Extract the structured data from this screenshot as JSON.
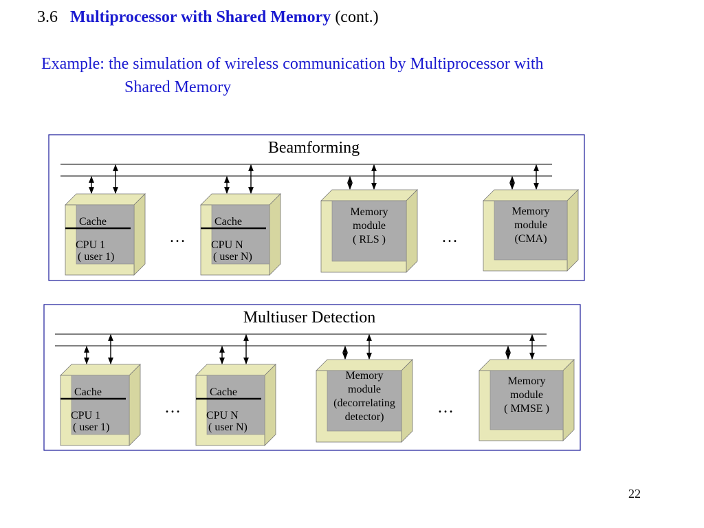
{
  "slide": {
    "section_number": "3.6",
    "title": "Multiprocessor with Shared Memory",
    "title_suffix": "(cont.)",
    "example_line1": "Example: the simulation of wireless communication by Multiprocessor with",
    "example_line2": "Shared Memory",
    "page_number": "22"
  },
  "colors": {
    "accent_text": "#1a1ad0",
    "frame_border": "#1a1a99",
    "box_front": "#acacac",
    "box_bevel": "#e8e8b8",
    "box_bevel_dark": "#d6d6a0"
  },
  "panels": [
    {
      "title": "Beamforming",
      "processors": [
        {
          "cache": "Cache",
          "cpu": "CPU  1",
          "user": "( user 1)"
        },
        {
          "cache": "Cache",
          "cpu": "CPU  N",
          "user": "( user N)"
        }
      ],
      "memories": [
        {
          "lines": [
            "Memory",
            "module",
            "( RLS )"
          ]
        },
        {
          "lines": [
            "Memory",
            "module",
            "(CMA)"
          ]
        }
      ],
      "ellipses": [
        "…",
        "…"
      ]
    },
    {
      "title": "Multiuser Detection",
      "processors": [
        {
          "cache": "Cache",
          "cpu": "CPU  1",
          "user": "( user 1)"
        },
        {
          "cache": "Cache",
          "cpu": "CPU  N",
          "user": "( user N)"
        }
      ],
      "memories": [
        {
          "lines": [
            "Memory",
            "module",
            "(decorrelating",
            "detector)"
          ]
        },
        {
          "lines": [
            "Memory",
            "module",
            "( MMSE )"
          ]
        }
      ],
      "ellipses": [
        "…",
        "…"
      ]
    }
  ]
}
